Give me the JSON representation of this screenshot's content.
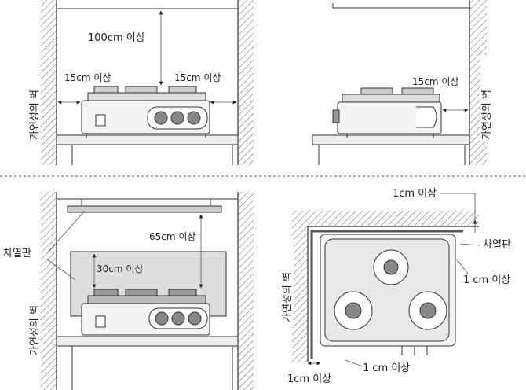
{
  "panels": {
    "top_left": {
      "height_clearance": "100cm 이상",
      "left_clearance": "15cm 이상",
      "right_clearance": "15cm 이상",
      "wall_label": "가연성의 벽"
    },
    "top_right": {
      "side_clearance": "15cm 이상",
      "wall_label": "가연성의 벽"
    },
    "bottom_left": {
      "shield_label": "차열판",
      "top_clearance": "65cm 이상",
      "shield_clearance": "30cm 이상",
      "wall_label": "가연성의 벽"
    },
    "bottom_right": {
      "top_label": "1cm 이상",
      "shield_label": "차열판",
      "side_label": "1 cm 이상",
      "bottom_label": "1 cm 이상",
      "bottom_left_label": "1cm 이상",
      "wall_label": "가연성의 벽"
    }
  }
}
